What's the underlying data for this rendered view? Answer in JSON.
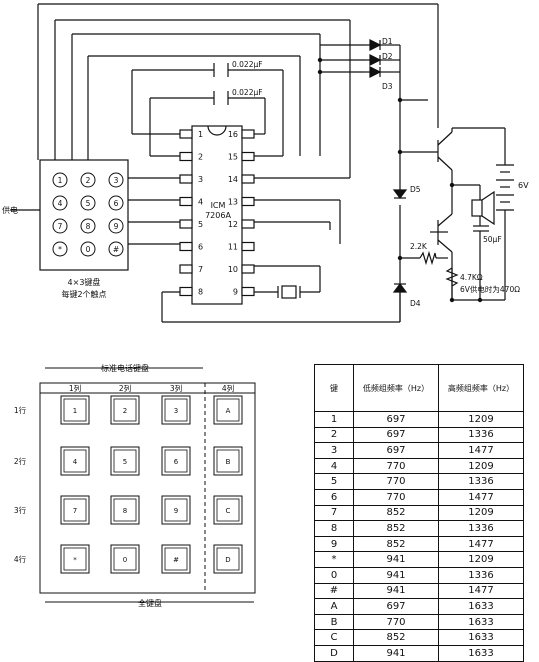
{
  "circuit": {
    "chip_labels": [
      "ICM",
      "7206A"
    ],
    "pins_left": [
      "1",
      "2",
      "3",
      "4",
      "5",
      "6",
      "7",
      "8"
    ],
    "pins_right": [
      "16",
      "15",
      "14",
      "13",
      "12",
      "11",
      "10",
      "9"
    ],
    "cap_top": "0.022μF",
    "cap_bottom": "0.022μF",
    "diodes_top": [
      "D1",
      "D2",
      "D3"
    ],
    "diode_mid": "D5",
    "diode_bot": "D4",
    "resistor_mid": "2.2K",
    "resistor_bot_lines": [
      "4.7KΩ",
      "6V供电时为470Ω"
    ],
    "cap_speaker": "50μF",
    "battery": "6V",
    "side_label": "供电",
    "keypad_keys": [
      "1",
      "2",
      "3",
      "4",
      "5",
      "6",
      "7",
      "8",
      "9",
      "*",
      "0",
      "#"
    ],
    "keypad_caption_lines": [
      "4×3键盘",
      "每键2个触点"
    ]
  },
  "keyboard": {
    "title": "标准电话键盘",
    "cols": [
      "1列",
      "2列",
      "3列",
      "4列"
    ],
    "rows": [
      "1行",
      "2行",
      "3行",
      "4行"
    ],
    "keys": [
      "1",
      "2",
      "3",
      "A",
      "4",
      "5",
      "6",
      "B",
      "7",
      "8",
      "9",
      "C",
      "*",
      "0",
      "#",
      "D"
    ],
    "caption": "全键盘"
  },
  "table": {
    "headers": [
      "键",
      "低频组频率（Hz）",
      "高频组频率（Hz）"
    ],
    "rows": [
      [
        "1",
        "697",
        "1209"
      ],
      [
        "2",
        "697",
        "1336"
      ],
      [
        "3",
        "697",
        "1477"
      ],
      [
        "4",
        "770",
        "1209"
      ],
      [
        "5",
        "770",
        "1336"
      ],
      [
        "6",
        "770",
        "1477"
      ],
      [
        "7",
        "852",
        "1209"
      ],
      [
        "8",
        "852",
        "1336"
      ],
      [
        "9",
        "852",
        "1477"
      ],
      [
        "*",
        "941",
        "1209"
      ],
      [
        "0",
        "941",
        "1336"
      ],
      [
        "#",
        "941",
        "1477"
      ],
      [
        "A",
        "697",
        "1633"
      ],
      [
        "B",
        "770",
        "1633"
      ],
      [
        "C",
        "852",
        "1633"
      ],
      [
        "D",
        "941",
        "1633"
      ]
    ]
  }
}
